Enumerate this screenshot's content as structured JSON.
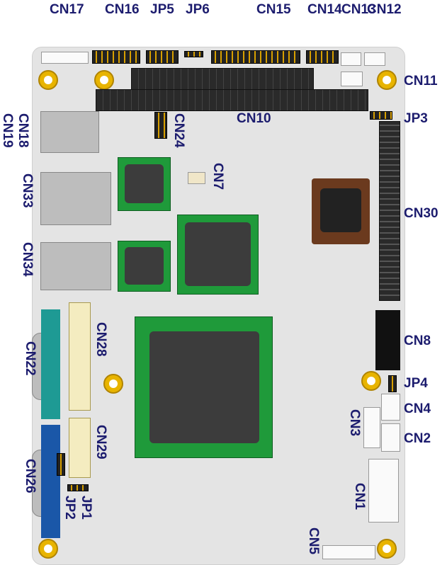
{
  "labels": {
    "cn17": "CN17",
    "cn16": "CN16",
    "jp5": "JP5",
    "jp6": "JP6",
    "cn15": "CN15",
    "cn14": "CN14",
    "cn13": "CN13",
    "cn12": "CN12",
    "cn11": "CN11",
    "cn10": "CN10",
    "jp3": "JP3",
    "cn24": "CN24",
    "cn18": "CN18",
    "cn19": "CN19",
    "cn7": "CN7",
    "cn33": "CN33",
    "cn30": "CN30",
    "cn34": "CN34",
    "cn28": "CN28",
    "cn8": "CN8",
    "cn22": "CN22",
    "jp4": "JP4",
    "cn4": "CN4",
    "cn3": "CN3",
    "cn2": "CN2",
    "cn29": "CN29",
    "cn26": "CN26",
    "jp1": "JP1",
    "jp2": "JP2",
    "cn1": "CN1",
    "cn5": "CN5"
  },
  "colors": {
    "label": "#1c1c6e",
    "board": "#e4e4e4",
    "chip_pcb": "#1f9a3a"
  }
}
